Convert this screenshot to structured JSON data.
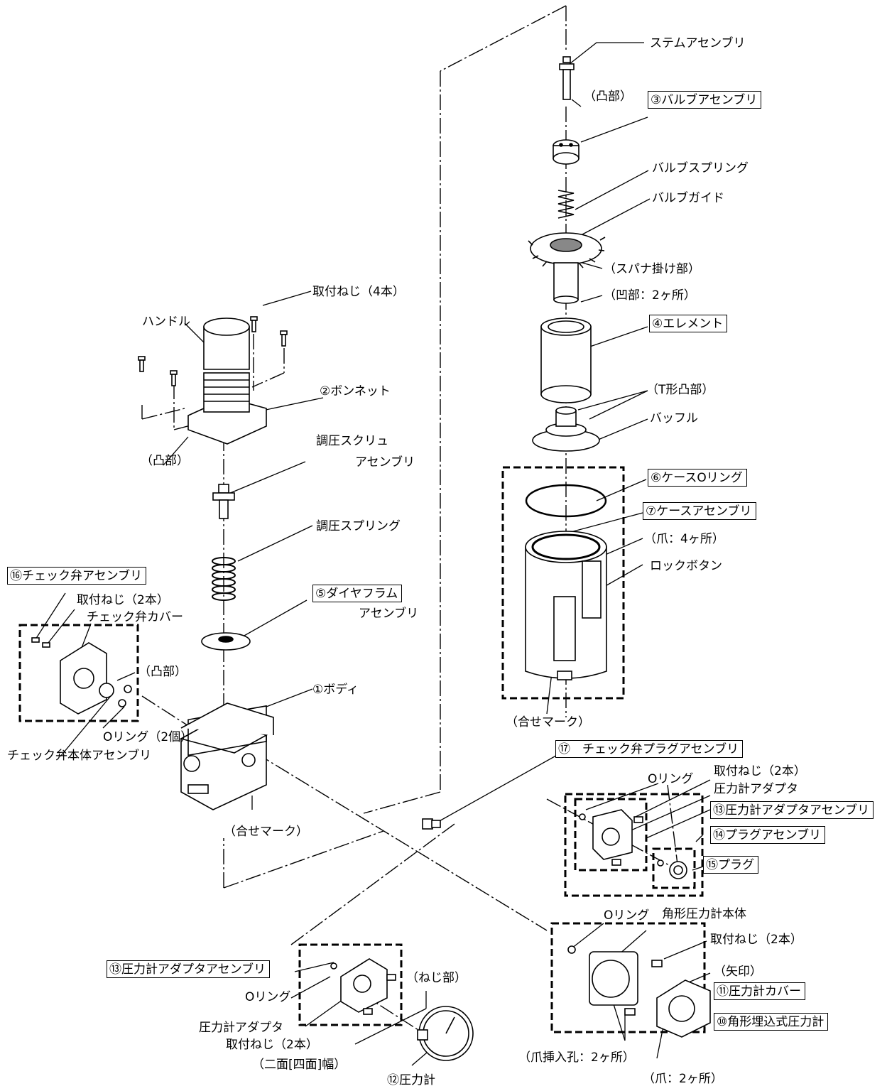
{
  "labels": {
    "stem_assembly": "ステムアセンブリ",
    "convex_top": "（凸部）",
    "valve_assembly": "③バルブアセンブリ",
    "valve_spring": "バルブスプリング",
    "valve_guide": "バルブガイド",
    "spanner_part": "（スパナ掛け部）",
    "concave_2": "（凹部：2ヶ所）",
    "element": "④エレメント",
    "t_convex": "（T形凸部）",
    "baffle": "バッフル",
    "case_oring": "⑥ケースOリング",
    "case_assembly": "⑦ケースアセンブリ",
    "claw_4": "（爪：4ヶ所）",
    "lock_button": "ロックボタン",
    "match_mark_case": "（合せマーク）",
    "mount_screw_4": "取付ねじ（4本）",
    "handle": "ハンドル",
    "bonnet": "②ボンネット",
    "convex_bonnet": "（凸部）",
    "adj_screw_1": "調圧スクリュ",
    "adj_screw_2": "アセンブリ",
    "adj_spring": "調圧スプリング",
    "diaphragm_1": "⑤ダイヤフラム",
    "diaphragm_2": "アセンブリ",
    "check_valve_assembly": "⑯チェック弁アセンブリ",
    "mount_screw_2_check": "取付ねじ（2本）",
    "check_valve_cover": "チェック弁カバー",
    "convex_check": "（凸部）",
    "body": "①ボディ",
    "oring_2": "Oリング（2個）",
    "check_valve_body": "チェック弁本体アセンブリ",
    "match_mark_body": "（合せマーク）",
    "check_plug_assembly": "⑰　チェック弁プラグアセンブリ",
    "oring_right": "Oリング",
    "mount_screw_2_right": "取付ねじ（2本）",
    "gauge_adapter_right": "圧力計アダプタ",
    "gauge_adapter_assembly_right": "⑬圧力計アダプタアセンブリ",
    "plug_assembly": "⑭プラグアセンブリ",
    "plug": "⑮プラグ",
    "gauge_adapter_assembly_left": "⑬圧力計アダプタアセンブリ",
    "oring_left": "Oリング",
    "thread_part": "（ねじ部）",
    "gauge_adapter_left": "圧力計アダプタ",
    "mount_screw_2_left": "取付ねじ（2本）",
    "two_face_width": "（二面[四面]幅）",
    "gauge": "⑫圧力計",
    "oring_square": "Oリング",
    "square_gauge_body": "角形圧力計本体",
    "mount_screw_2_square": "取付ねじ（2本）",
    "arrow_mark": "（矢印）",
    "gauge_cover": "⑪圧力計カバー",
    "square_embedded_gauge": "⑩角形埋込式圧力計",
    "claw_insert_hole": "（爪挿入孔：2ヶ所）",
    "claw_2": "（爪：2ヶ所）"
  }
}
